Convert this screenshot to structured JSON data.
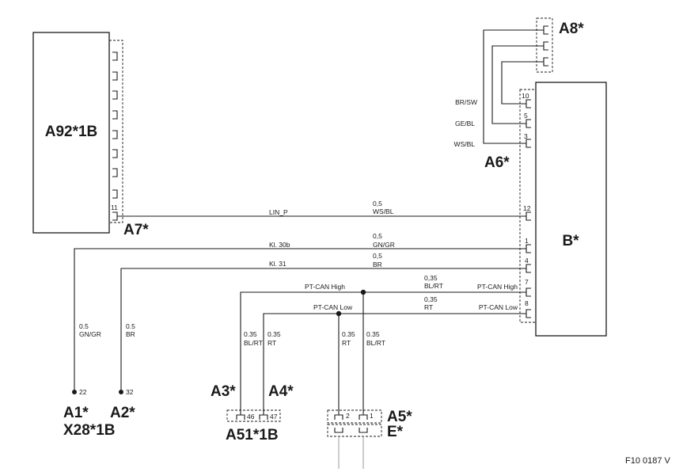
{
  "components": {
    "a92": "A92*1B",
    "a7": "A7*",
    "b": "B*",
    "a8": "A8*",
    "a6": "A6*",
    "a1": "A1*",
    "x28": "X28*1B",
    "a2": "A2*",
    "a3": "A3*",
    "a4": "A4*",
    "a51": "A51*1B",
    "a5": "A5*",
    "e": "E*"
  },
  "a6_wires": [
    {
      "pin": "10",
      "color": "BR/SW"
    },
    {
      "pin": "5",
      "color": "GE/BL"
    },
    {
      "pin": "3",
      "color": "WS/BL"
    }
  ],
  "a92_pin": "11",
  "lin": {
    "signal": "LIN_P",
    "size": "0,5",
    "color": "WS/BL",
    "pin": "12"
  },
  "kl30b": {
    "signal": "Kl. 30b",
    "size": "0,5",
    "color": "GN/GR",
    "pin": "1"
  },
  "kl31": {
    "signal": "Kl. 31",
    "size": "0,5",
    "color": "BR",
    "pin": "4"
  },
  "can_high": {
    "left": "PT-CAN High",
    "right": "PT-CAN High",
    "size": "0,35",
    "color": "BL/RT",
    "pin": "7"
  },
  "can_low": {
    "left": "PT-CAN Low",
    "right": "PT-CAN Low",
    "size": "0,35",
    "color": "RT",
    "pin": "8"
  },
  "a1_wire": {
    "size": "0.5",
    "color": "GN/GR",
    "pin": "22"
  },
  "a2_wire": {
    "size": "0.5",
    "color": "BR",
    "pin": "32"
  },
  "a3_wire": {
    "size": "0.35",
    "color": "BL/RT",
    "pin": "46"
  },
  "a4_wire": {
    "size": "0.35",
    "color": "RT",
    "pin": "47"
  },
  "a5_low": {
    "size": "0.35",
    "color": "RT",
    "pin": "2"
  },
  "a5_high": {
    "size": "0.35",
    "color": "BL/RT",
    "pin": "1"
  },
  "figure_id": "F10 0187 V"
}
